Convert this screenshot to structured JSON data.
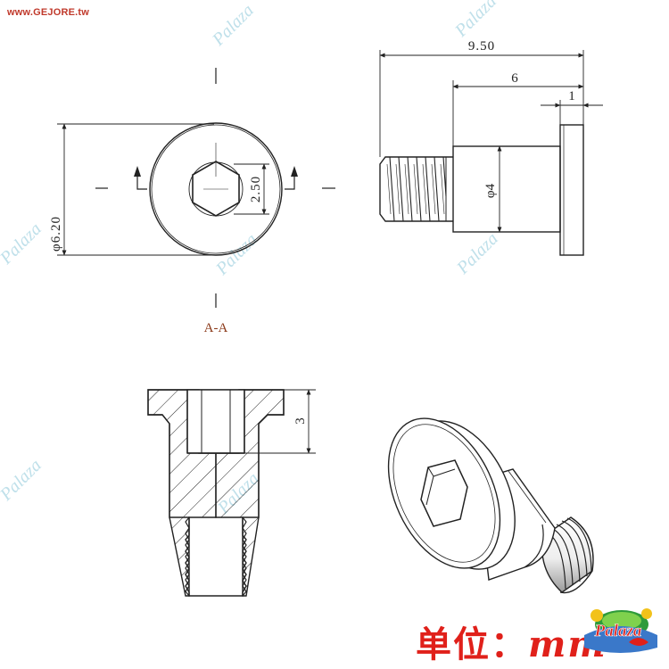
{
  "site_label": "www.GEJORE.tw",
  "watermark_text": "Palaza",
  "section_label": "A-A",
  "dimensions": {
    "overall_length": "9.50",
    "shoulder_length": "6",
    "head_thickness": "1",
    "head_diameter": "φ6.20",
    "hex_size": "2.50",
    "shoulder_diameter": "φ4",
    "socket_depth": "3"
  },
  "unit_label": "单位：",
  "unit_value": "mm",
  "logo_text": "Palaza",
  "colors": {
    "line": "#222222",
    "accent": "#e0201a",
    "site": "#c0392b",
    "watermark": "#bfe0ea",
    "section_label": "#8b3a1a"
  }
}
